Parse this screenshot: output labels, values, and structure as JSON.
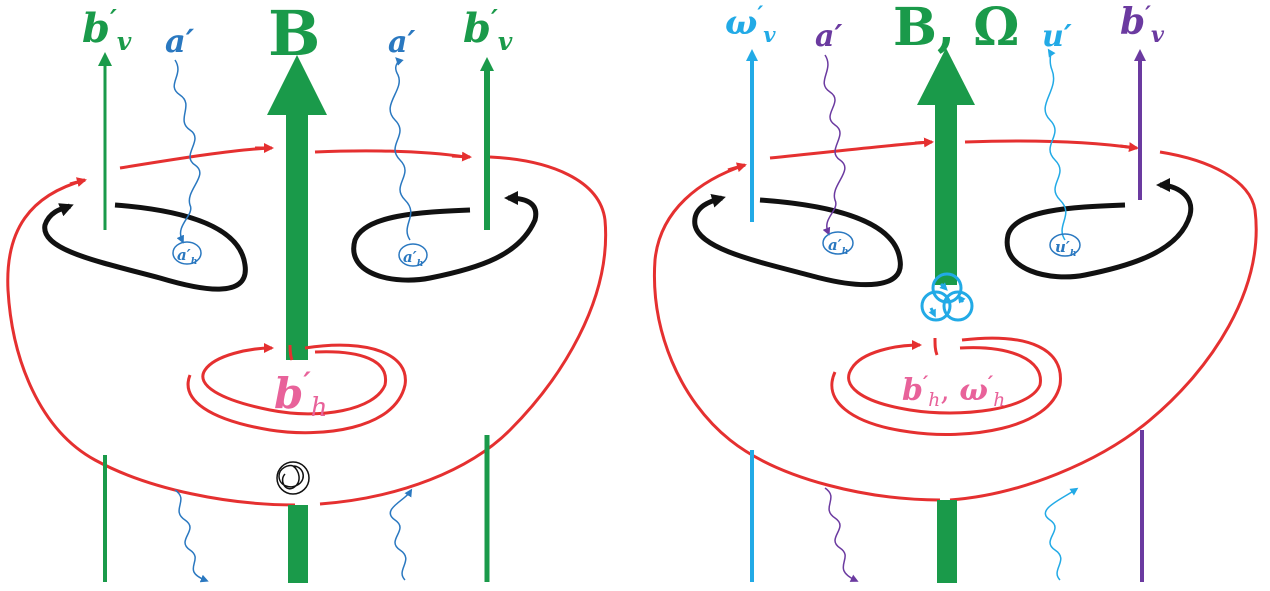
{
  "colors": {
    "green": "#1a9a4a",
    "cyan": "#22aae6",
    "purple": "#6b3aa0",
    "blue": "#2a78c0",
    "red": "#e53030",
    "pink": "#e8629a",
    "black": "#111111"
  },
  "left_panel": {
    "main_field": {
      "main": "B"
    },
    "vertical_field_left": {
      "main": "b",
      "prime": "′",
      "sub": "v"
    },
    "vertical_field_right": {
      "main": "b",
      "prime": "′",
      "sub": "v"
    },
    "wave_left": {
      "main": "a",
      "prime": "′"
    },
    "wave_right": {
      "main": "a",
      "prime": "′"
    },
    "loop_left_label": {
      "main": "a",
      "prime": "′",
      "sub": "h"
    },
    "loop_right_label": {
      "main": "a",
      "prime": "′",
      "sub": "h"
    },
    "horizontal_field": {
      "main": "b",
      "prime": "′",
      "sub": "h"
    }
  },
  "right_panel": {
    "main_field": {
      "main": "B, Ω"
    },
    "vertical_field_left": {
      "main": "ω",
      "prime": "′",
      "sub": "v"
    },
    "vertical_field_right": {
      "main": "b",
      "prime": "′",
      "sub": "v"
    },
    "wave_left": {
      "main": "a",
      "prime": "′"
    },
    "wave_right": {
      "main": "u",
      "prime": "′"
    },
    "loop_left_label": {
      "main": "a",
      "prime": "′",
      "sub": "h"
    },
    "loop_right_label": {
      "main": "u",
      "prime": "′",
      "sub": "h"
    },
    "horizontal_field": {
      "main_b": "b",
      "prime_b": "′",
      "sub_b": "h",
      "comma": ", ",
      "main_w": "ω",
      "prime_w": "′",
      "sub_w": "h"
    }
  }
}
